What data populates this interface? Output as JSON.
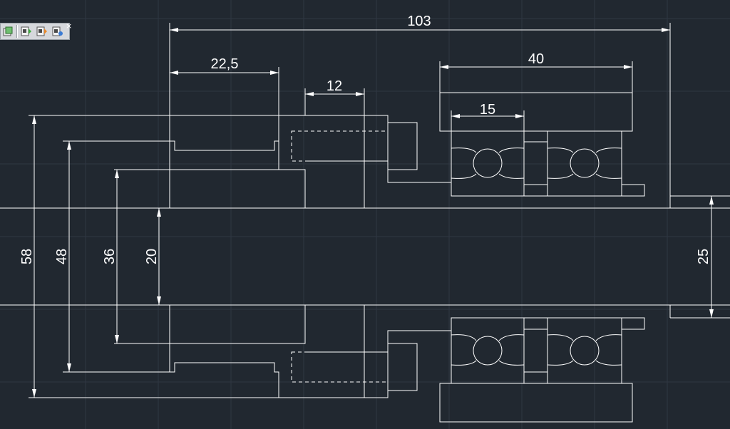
{
  "toolbar": {
    "close_glyph": "×",
    "icons": [
      "layer-green-icon",
      "layer-orange-icon",
      "layer-blue-icon"
    ]
  },
  "dimensions": {
    "overall_length": "103",
    "hub_length": "22,5",
    "groove_width": "12",
    "bearing_block_width": "40",
    "bearing_width": "15",
    "outer_diameter": "58",
    "shoulder_diameter": "48",
    "seat_diameter": "36",
    "bore_diameter": "20",
    "shaft_diameter": "25"
  },
  "colors": {
    "background": "#212830",
    "lines": "#ffffff",
    "grid": "#2f3742"
  }
}
